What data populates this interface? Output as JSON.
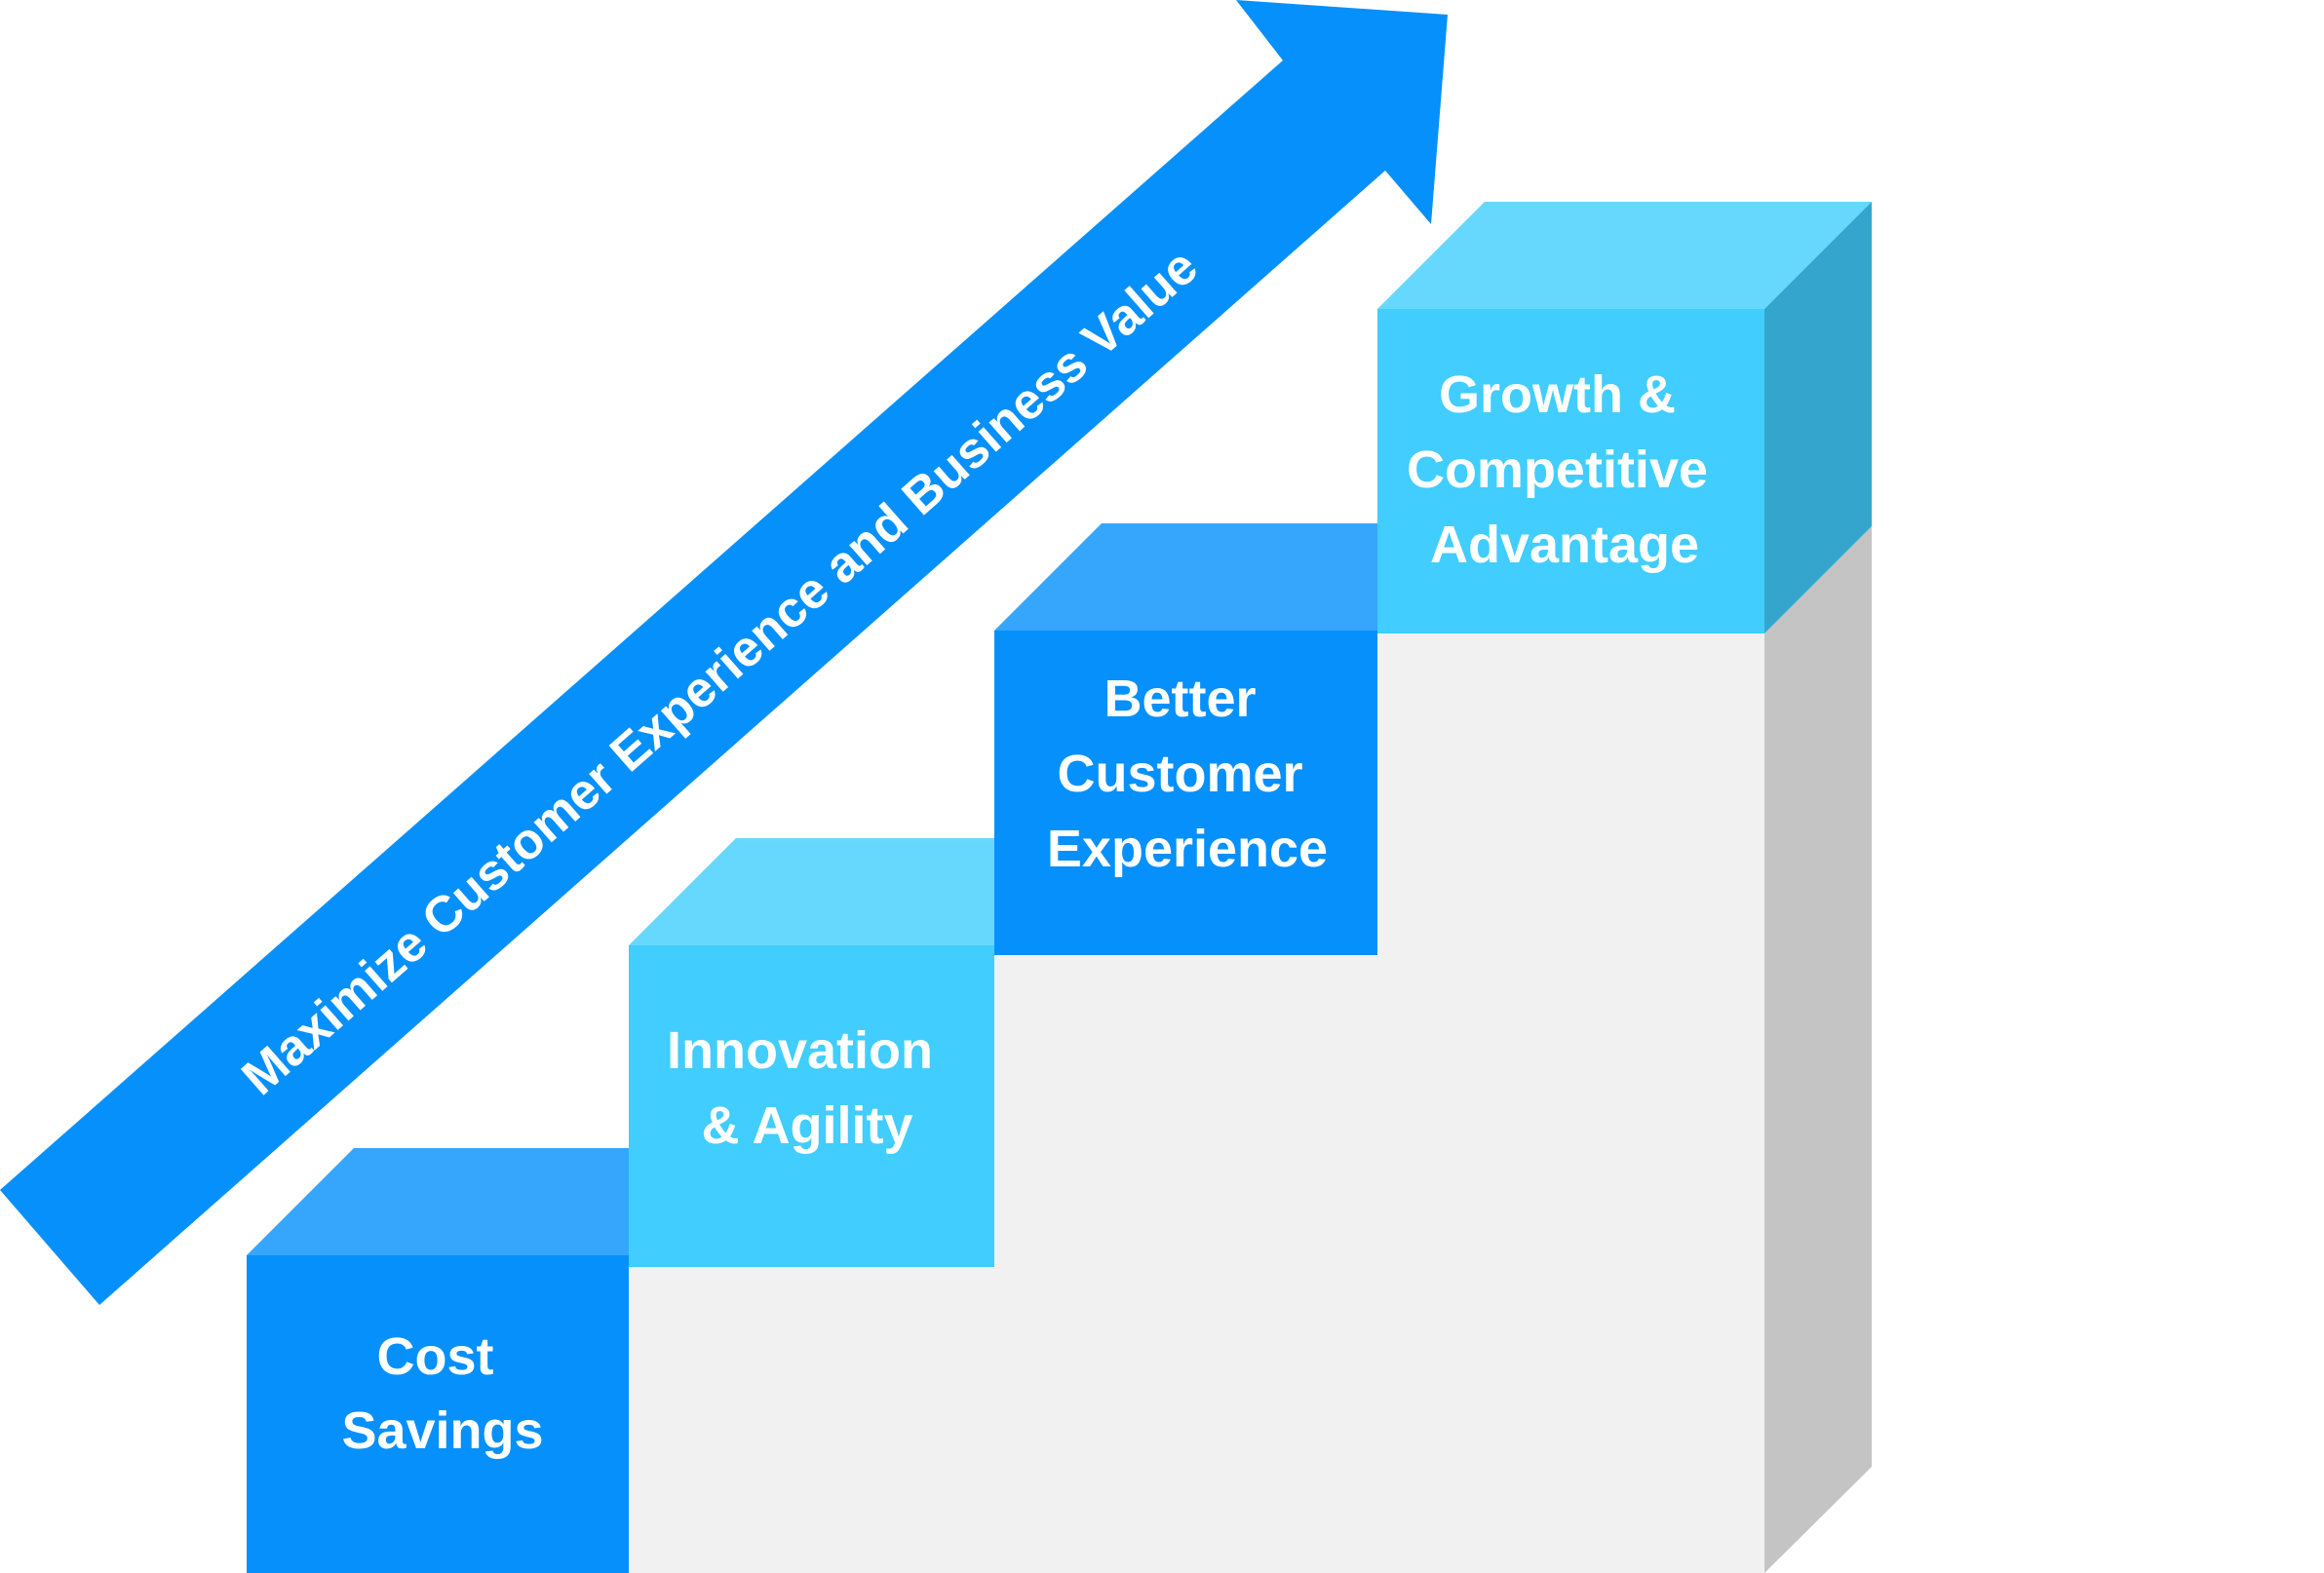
{
  "arrow": {
    "label": "Maximize Customer Experience and  Business Value",
    "color": "#0590FC"
  },
  "steps": [
    {
      "lines": [
        "Cost",
        "Savings"
      ],
      "front_color": "#0590FC",
      "top_color": "#36A6FD"
    },
    {
      "lines": [
        "Innovation",
        "& Agility"
      ],
      "front_color": "#41CDFD",
      "top_color": "#67D8FD"
    },
    {
      "lines": [
        "Better",
        "Customer",
        "Experience"
      ],
      "front_color": "#0590FC",
      "top_color": "#36A6FD"
    },
    {
      "lines": [
        "Growth &",
        "Competitive",
        "Advantage"
      ],
      "front_color": "#41CDFD",
      "top_color": "#67D8FD",
      "side_color": "#34A6CE"
    }
  ],
  "staircase": {
    "front_color": "#F1F1F1",
    "side_color": "#C4C4C4"
  }
}
